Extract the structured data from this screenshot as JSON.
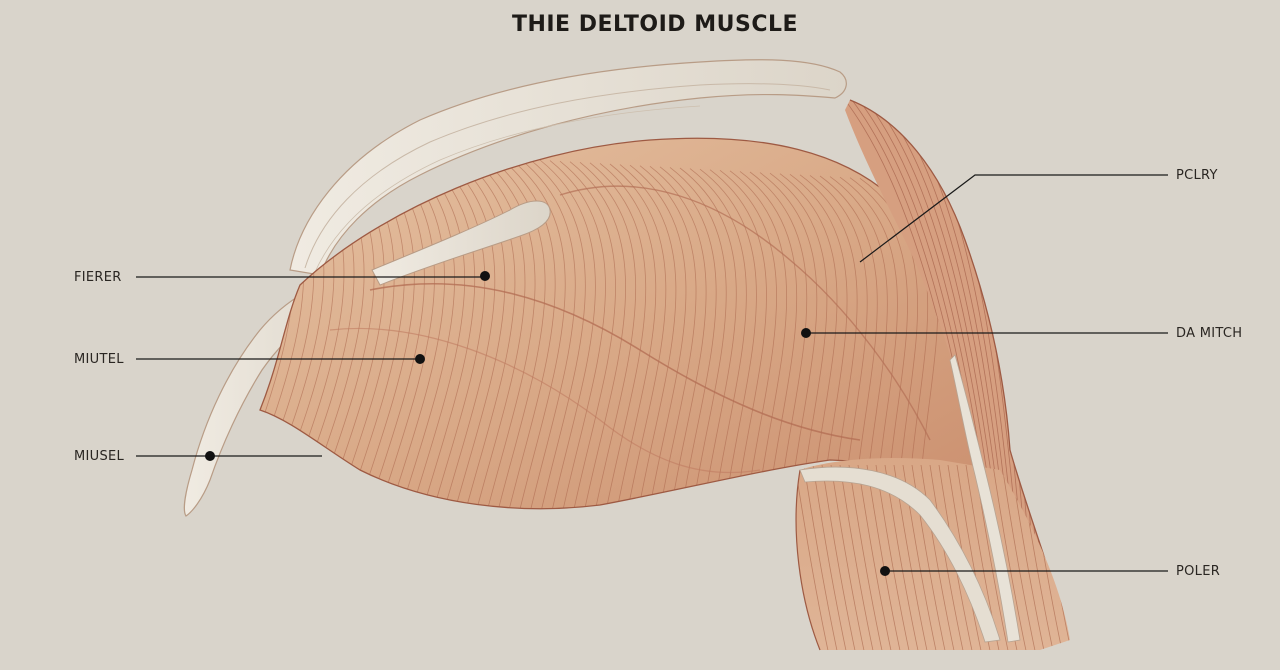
{
  "title": "THIE DELTOID MUSCLE",
  "labels": {
    "fierer": "FIERER",
    "miutel": "MIUTEL",
    "miusel": "MIUSEL",
    "pclry": "PCLRY",
    "da_mitch": "DA MITCH",
    "poler": "POLER"
  },
  "colors": {
    "background": "#d9d4cb",
    "muscle_light": "#e3bfa0",
    "muscle_mid": "#cf9a78",
    "muscle_dark": "#a8624a",
    "fiber": "#9c5640",
    "tendon": "#e9e4da",
    "leader": "#1a1a1a"
  }
}
